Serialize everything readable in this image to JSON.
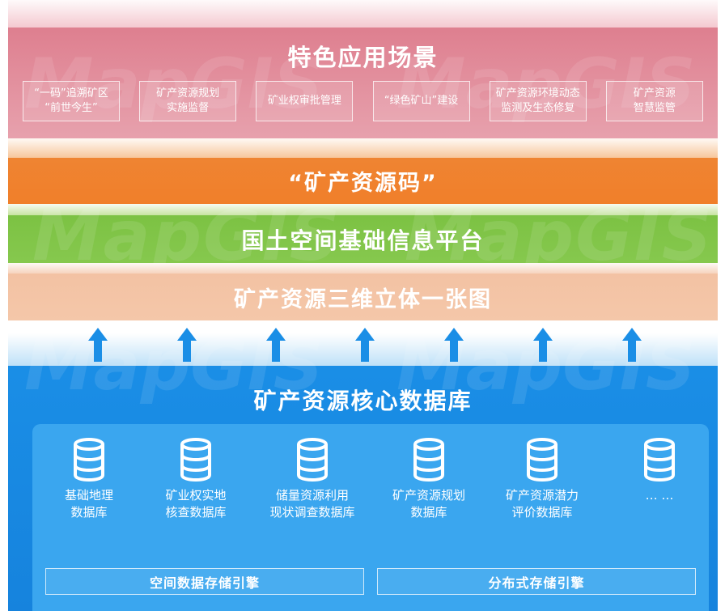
{
  "watermark": "MapGIS",
  "scenes": {
    "title": "特色应用场景",
    "items": [
      "“一码”追溯矿区\n“前世今生”",
      "矿产资源规划\n实施监督",
      "矿业权审批管理",
      "“绿色矿山”建设",
      "矿产资源环境动态\n监测及生态修复",
      "矿产资源\n智慧监管"
    ]
  },
  "ore_code": {
    "title": "“矿产资源码”"
  },
  "platform": {
    "title": "国土空间基础信息平台"
  },
  "map3d": {
    "title": "矿产资源三维立体一张图"
  },
  "database": {
    "title": "矿产资源核心数据库",
    "items": [
      "基础地理\n数据库",
      "矿业权实地\n核查数据库",
      "储量资源利用\n现状调查数据库",
      "矿产资源规划\n数据库",
      "矿产资源潜力\n评价数据库",
      "… …"
    ],
    "engines": [
      "空间数据存储引擎",
      "分布式存储引擎"
    ]
  },
  "colors": {
    "scenes": "#de7f8f",
    "ore_code": "#ef8432",
    "platform": "#7cc243",
    "map3d": "#f3c2a3",
    "database": "#1a8ee6"
  }
}
